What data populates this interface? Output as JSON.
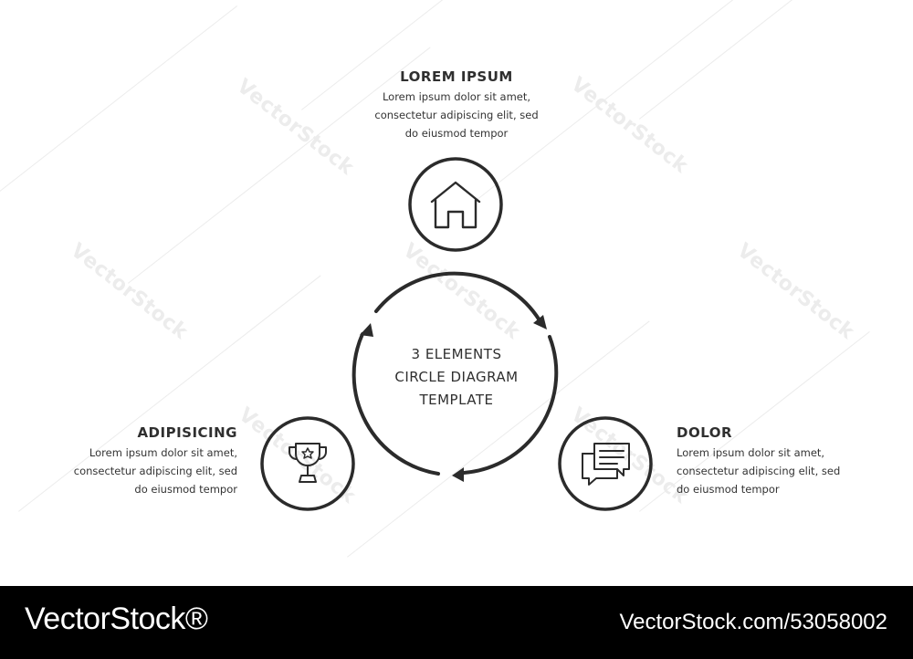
{
  "diagram": {
    "center": {
      "lines": [
        "3 ELEMENTS",
        "CIRCLE DIAGRAM",
        "TEMPLATE"
      ]
    },
    "nodes": [
      {
        "title": "LOREM IPSUM",
        "description_lines": [
          "Lorem ipsum dolor sit amet,",
          "consectetur adipiscing elit, sed",
          "do eiusmod tempor"
        ],
        "icon": "house-icon"
      },
      {
        "title": "DOLOR",
        "description_lines": [
          "Lorem ipsum dolor sit amet,",
          "consectetur adipiscing elit, sed",
          "do eiusmod tempor"
        ],
        "icon": "chat-bubbles-icon"
      },
      {
        "title": "ADIPISICING",
        "description_lines": [
          "Lorem ipsum dolor sit amet,",
          "consectetur adipiscing elit, sed",
          "do eiusmod tempor"
        ],
        "icon": "trophy-icon"
      }
    ],
    "colors": {
      "stroke": "#2b2b2b",
      "text": "#2f2f2f",
      "background": "#ffffff"
    }
  },
  "watermark": {
    "text": "VectorStock",
    "color": "#ececec"
  },
  "footer": {
    "brand": "VectorStock®",
    "image_id": "VectorStock.com/53058002",
    "background": "#000000"
  }
}
